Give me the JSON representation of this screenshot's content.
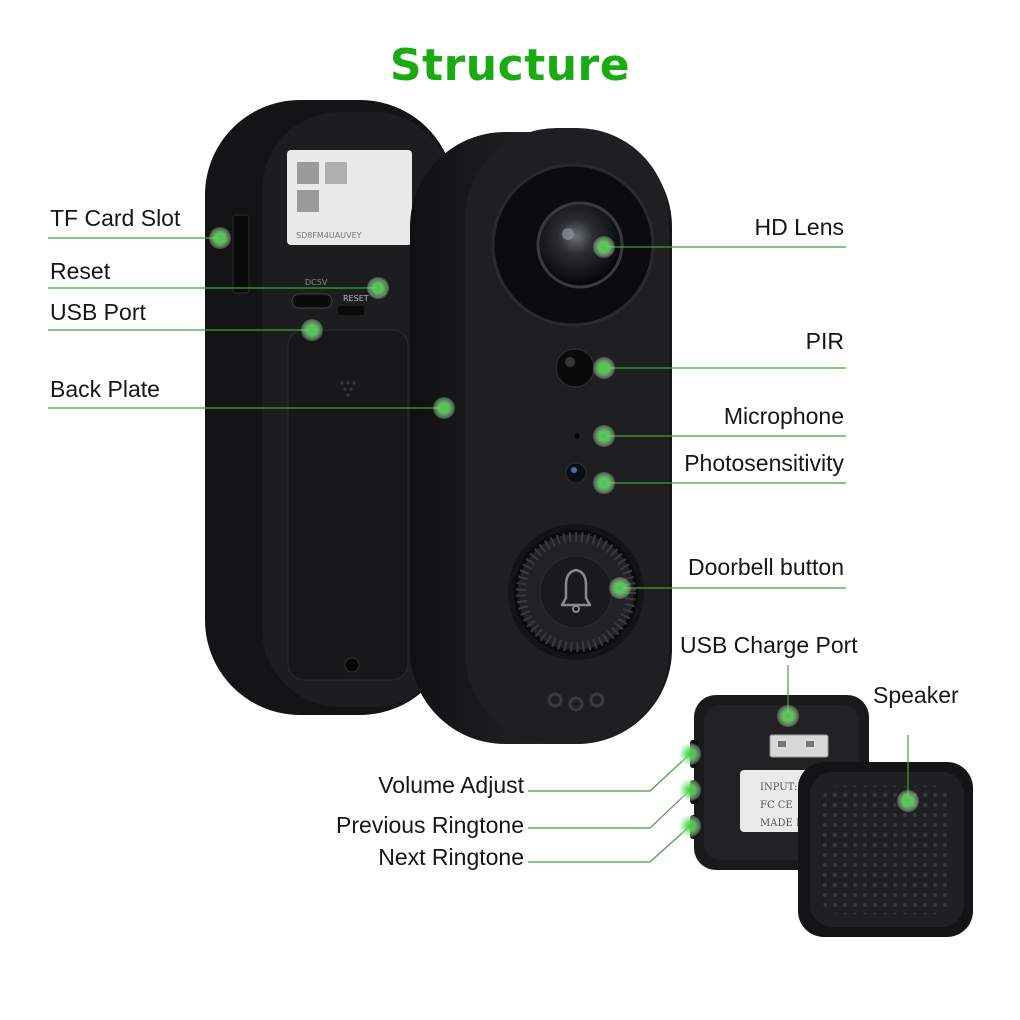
{
  "title": "Structure",
  "labels": {
    "tf_card_slot": "TF Card Slot",
    "reset": "Reset",
    "usb_port": "USB Port",
    "back_plate": "Back Plate",
    "hd_lens": "HD Lens",
    "pir": "PIR",
    "microphone": "Microphone",
    "photosensitivity": "Photosensitivity",
    "doorbell_button": "Doorbell button",
    "usb_charge_port": "USB Charge Port",
    "speaker": "Speaker",
    "volume_adjust": "Volume Adjust",
    "previous_ringtone": "Previous Ringtone",
    "next_ringtone": "Next Ringtone"
  },
  "device_print": {
    "port_label": "DC5V",
    "reset_label": "RESET",
    "serial": "SD8FM4UAUVEY",
    "chime_input": "INPUT:DC",
    "chime_marks": "FC CE",
    "chime_made": "MADE IN"
  },
  "colors": {
    "title": "#1aaa12",
    "callout_line": "#3aa33a",
    "marker": "#5fd35f",
    "device_body": "#1c1c1e"
  }
}
